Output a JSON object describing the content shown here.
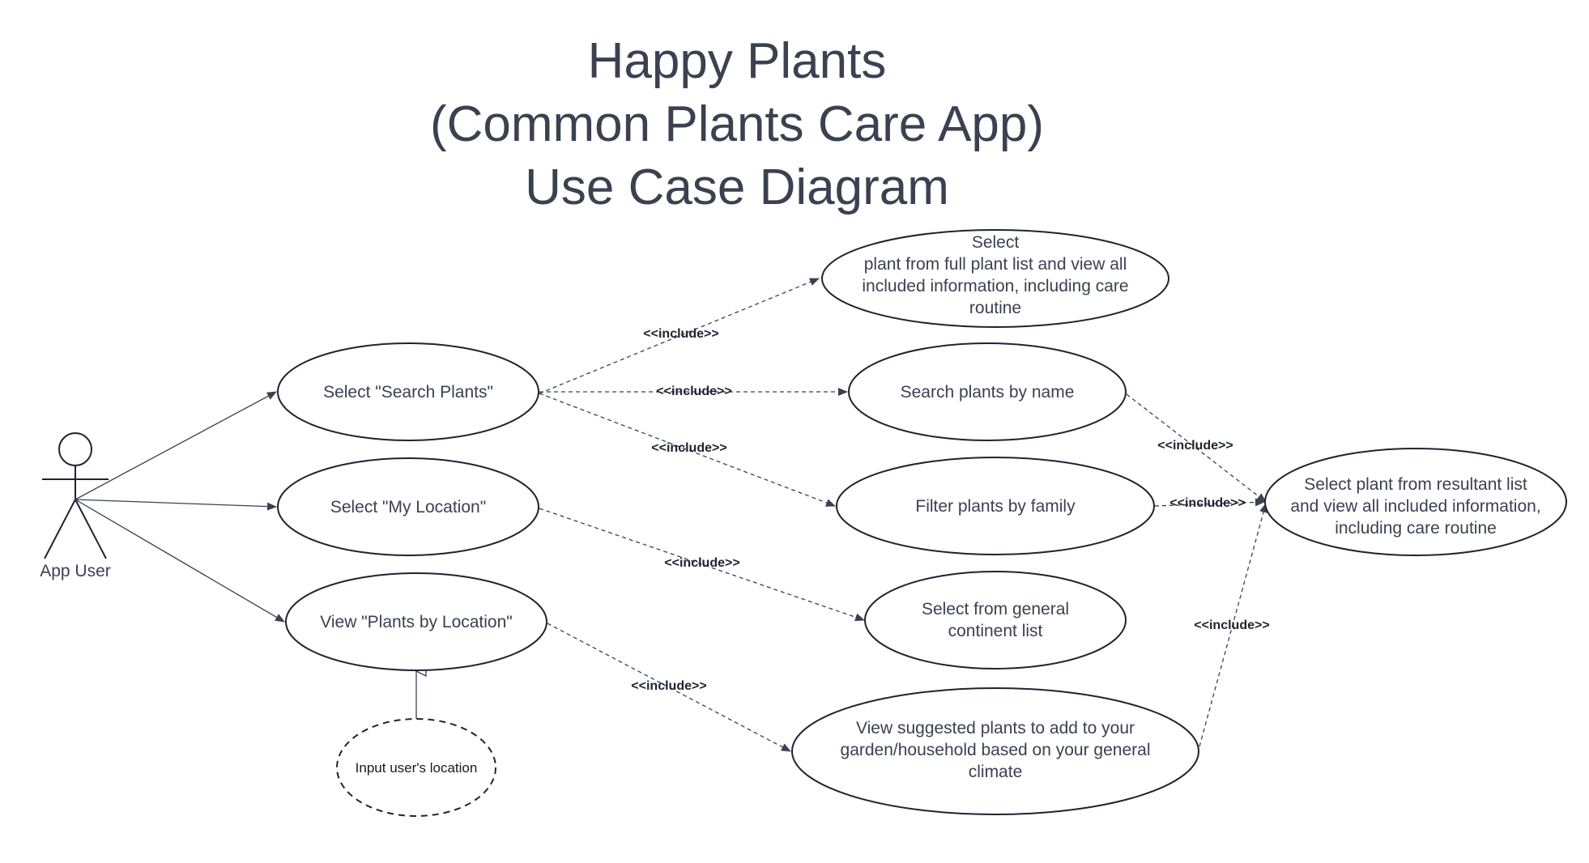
{
  "title": {
    "line1": "Happy Plants",
    "line2": "(Common Plants Care App)",
    "line3": "Use Case Diagram"
  },
  "actor": {
    "label": "App User"
  },
  "use_cases": {
    "search_plants": "Select \"Search Plants\"",
    "my_location": "Select \"My Location\"",
    "plants_by_location": "View \"Plants by Location\"",
    "input_location": "Input user's location",
    "full_list": [
      "Select",
      "plant from full plant list and view all",
      "included information, including care",
      "routine"
    ],
    "search_by_name": "Search plants by name",
    "filter_by_family": "Filter plants by family",
    "continent_list": [
      "Select from general",
      "continent list"
    ],
    "suggested_plants": [
      "View suggested plants to add to your",
      "garden/household based on your general",
      "climate"
    ],
    "resultant_list": [
      "Select plant from resultant list",
      "and view all included information,",
      "including care routine"
    ]
  },
  "relationship_label": "<<include>>",
  "colors": {
    "text": "#3a4150",
    "stroke": "#1f2330",
    "background": "#ffffff"
  }
}
